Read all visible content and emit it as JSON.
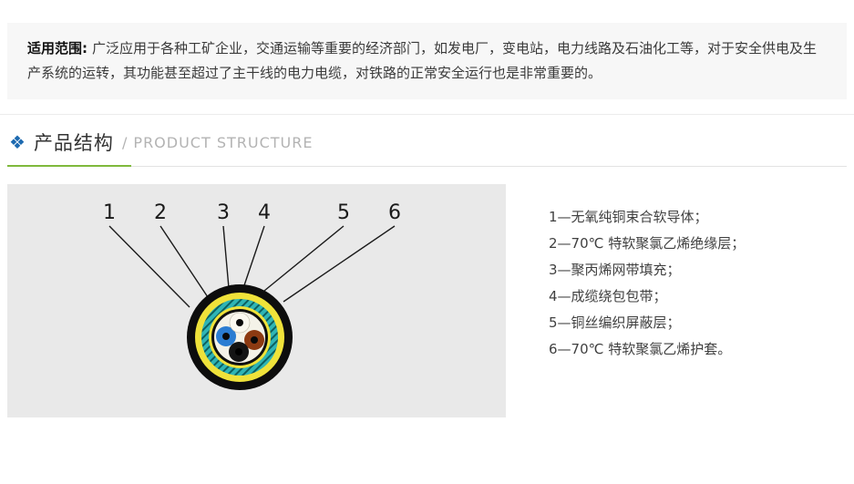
{
  "colors": {
    "accent_blue": "#1d6ab0",
    "underline_green": "#7fb93c",
    "panel_gray": "#e9e9e9",
    "scope_box_gray": "#f7f7f7"
  },
  "scope": {
    "label": "适用范围:",
    "text": "广泛应用于各种工矿企业，交通运输等重要的经济部门，如发电厂，变电站，电力线路及石油化工等，对于安全供电及生产系统的运转，其功能甚至超过了主干线的电力电缆，对铁路的正常安全运行也是非常重要的。"
  },
  "section": {
    "title_cn": "产品结构",
    "title_en": "/ PRODUCT STRUCTURE",
    "icon": "diamond-cluster"
  },
  "diagram": {
    "labels": [
      "1",
      "2",
      "3",
      "4",
      "5",
      "6"
    ]
  },
  "legend": {
    "items": [
      "1—无氧纯铜束合软导体；",
      "2—70℃ 特软聚氯乙烯绝缘层；",
      "3—聚丙烯网带填充；",
      "4—成缆绕包包带；",
      "5—铜丝编织屏蔽层；",
      "6—70℃ 特软聚氯乙烯护套。"
    ]
  }
}
